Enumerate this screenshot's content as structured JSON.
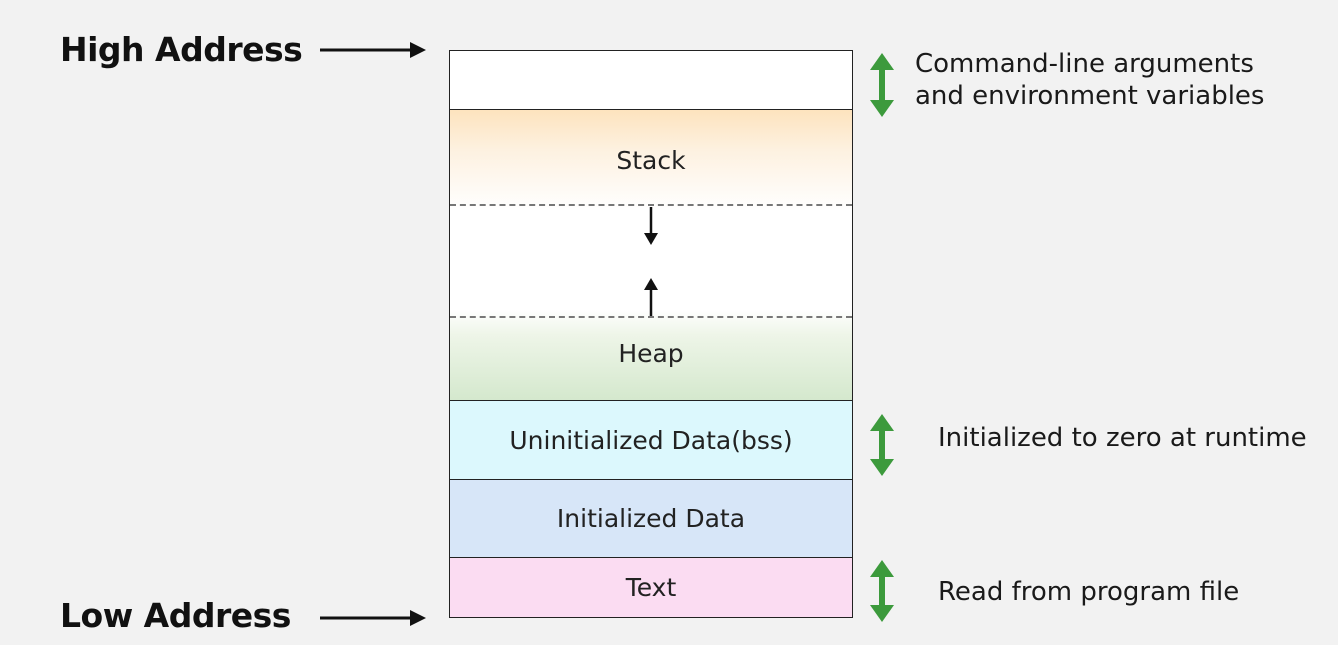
{
  "addresses": {
    "high": "High Address",
    "low": "Low Address"
  },
  "segments": {
    "stack": "Stack",
    "heap": "Heap",
    "bss": "Uninitialized Data(bss)",
    "initialized": "Initialized Data",
    "text": "Text"
  },
  "notes": {
    "args_line1": "Command-line arguments",
    "args_line2": "and environment variables",
    "bss": "Initialized to zero at runtime",
    "text": "Read from program file"
  },
  "colors": {
    "arrow_black": "#111111",
    "bracket_green": "#3c9a3c",
    "stack_fill": "#fde3be",
    "heap_fill": "#d4e8cd",
    "bss_fill": "#dcf8fd",
    "initialized_fill": "#d7e6f8",
    "text_fill": "#fbdcf2"
  }
}
